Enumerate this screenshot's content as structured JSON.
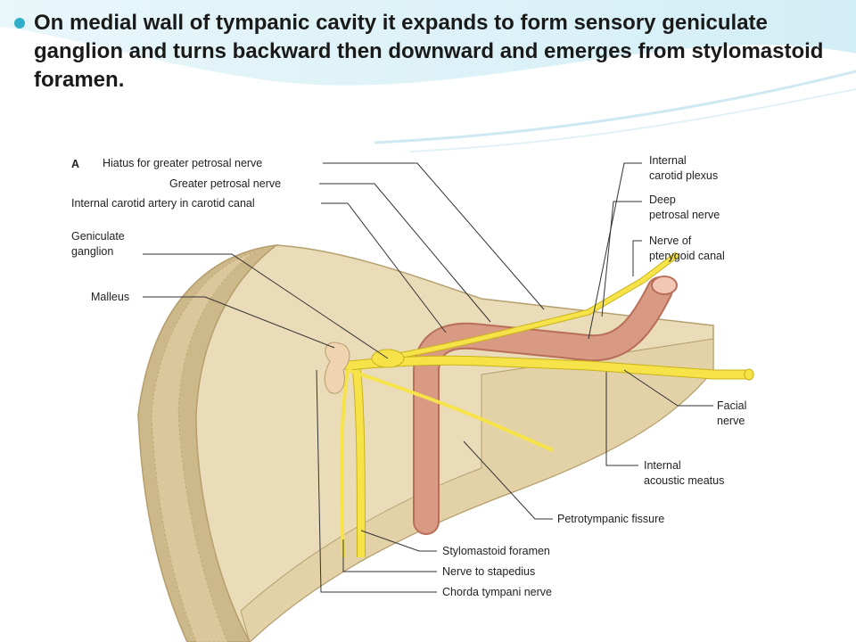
{
  "slide": {
    "bullet_text": "On medial wall of  tympanic cavity it expands to form  sensory geniculate ganglion and turns backward then downward and emerges from stylomastoid foramen."
  },
  "diagram": {
    "panel_letter": "A",
    "labels": {
      "hiatus": "Hiatus for greater petrosal nerve",
      "greater_petrosal": "Greater petrosal nerve",
      "ica_canal": "Internal carotid artery in carotid canal",
      "geniculate_1": "Geniculate",
      "geniculate_2": "ganglion",
      "malleus": "Malleus",
      "carotid_plexus_1": "Internal",
      "carotid_plexus_2": "carotid plexus",
      "deep_petrosal_1": "Deep",
      "deep_petrosal_2": "petrosal nerve",
      "pterygoid_1": "Nerve of",
      "pterygoid_2": "pterygoid canal",
      "facial_1": "Facial",
      "facial_2": "nerve",
      "meatus_1": "Internal",
      "meatus_2": "acoustic meatus",
      "petrotympanic": "Petrotympanic fissure",
      "stylomastoid": "Stylomastoid foramen",
      "stapedius": "Nerve to stapedius",
      "chorda": "Chorda tympani nerve"
    },
    "colors": {
      "bone": "#eadcb8",
      "bone_dark": "#cdb88a",
      "bone_edge": "#b59f6e",
      "nerve": "#f6e34a",
      "nerve_edge": "#c9b21a",
      "artery": "#d89a82",
      "artery_dark": "#b86e58",
      "leader": "#333333"
    }
  }
}
